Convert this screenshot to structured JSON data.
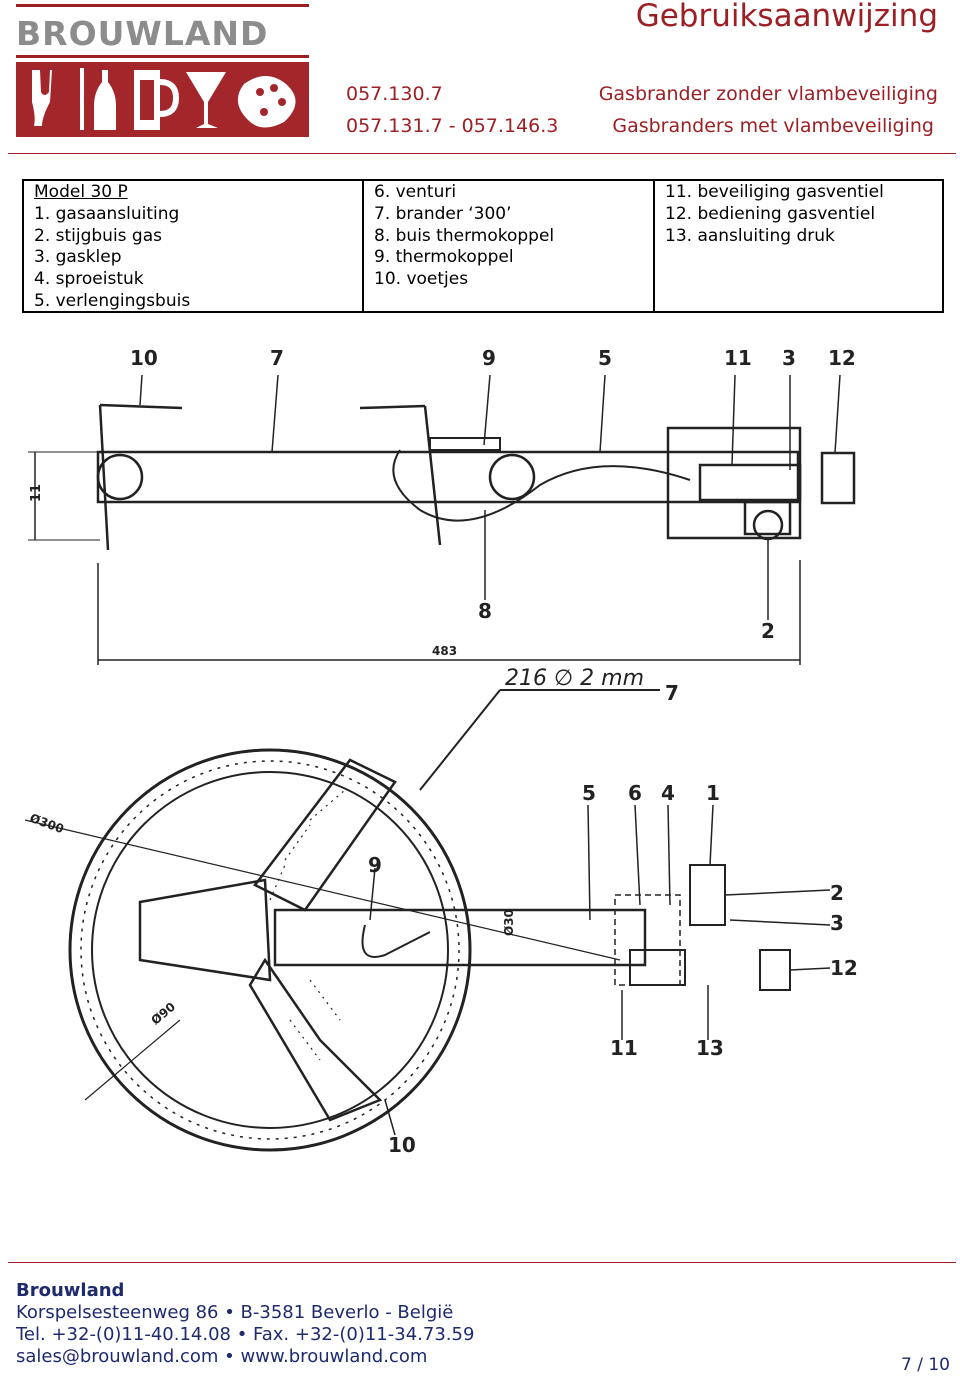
{
  "logo": {
    "word": "BROUWLAND"
  },
  "header": {
    "title": "Gebruiksaanwijzing",
    "rows": [
      {
        "code": "057.130.7",
        "description": "Gasbrander zonder vlambeveiliging"
      },
      {
        "code": "057.131.7 - 057.146.3",
        "description": "Gasbranders met vlambeveiliging"
      }
    ]
  },
  "legend": {
    "col1": [
      "Model 30 P",
      "1. gasaansluiting",
      "2. stijgbuis gas",
      "3. gasklep",
      "4. sproeistuk",
      "5. verlengingsbuis"
    ],
    "col2": [
      "6. venturi",
      "7. brander ‘300’",
      "8. buis thermokoppel",
      "9. thermokoppel",
      "10. voetjes"
    ],
    "col3": [
      "11. beveiliging gasventiel",
      "12. bediening gasventiel",
      "13. aansluiting druk"
    ]
  },
  "drawing": {
    "top_labels": [
      "10",
      "7",
      "9",
      "5",
      "11",
      "3",
      "12"
    ],
    "side_label": "11",
    "bottom_labels": [
      "8",
      "2"
    ],
    "width_dimension": "483",
    "diameter_note": "216 ∅ 2 mm",
    "plan_labels": [
      "7",
      "5",
      "6",
      "4",
      "1",
      "2",
      "3",
      "12",
      "11",
      "13",
      "9",
      "10"
    ],
    "diameter_marks": [
      "Ø300",
      "Ø90",
      "Ø30"
    ]
  },
  "footer": {
    "company": "Brouwland",
    "address": "Korspelsesteenweg 86 • B-3581 Beverlo - België",
    "phone": "Tel. +32-(0)11-40.14.08 • Fax. +32-(0)11-34.73.59",
    "web": "sales@brouwland.com • www.brouwland.com",
    "page": "7 / 10"
  }
}
